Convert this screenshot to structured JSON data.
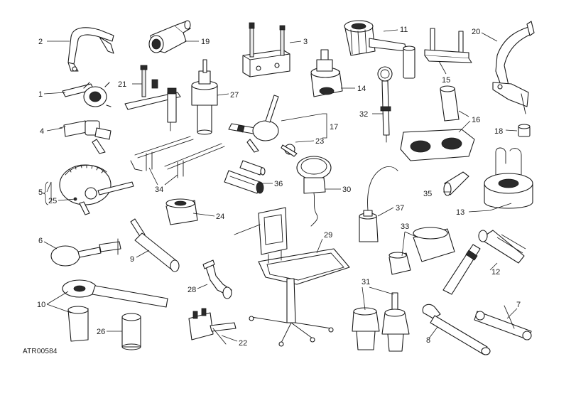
{
  "diagram": {
    "reference_code": "ATR00584",
    "callouts": [
      {
        "id": "1",
        "text": "1"
      },
      {
        "id": "2",
        "text": "2"
      },
      {
        "id": "3",
        "text": "3"
      },
      {
        "id": "4",
        "text": "4"
      },
      {
        "id": "5",
        "text": "5"
      },
      {
        "id": "6",
        "text": "6"
      },
      {
        "id": "7",
        "text": "7"
      },
      {
        "id": "8",
        "text": "8"
      },
      {
        "id": "9",
        "text": "9"
      },
      {
        "id": "10",
        "text": "10"
      },
      {
        "id": "11",
        "text": "11"
      },
      {
        "id": "12",
        "text": "12"
      },
      {
        "id": "13",
        "text": "13"
      },
      {
        "id": "14",
        "text": "14"
      },
      {
        "id": "15",
        "text": "15"
      },
      {
        "id": "16",
        "text": "16"
      },
      {
        "id": "17",
        "text": "17"
      },
      {
        "id": "18",
        "text": "18"
      },
      {
        "id": "19",
        "text": "19"
      },
      {
        "id": "20",
        "text": "20"
      },
      {
        "id": "21",
        "text": "21"
      },
      {
        "id": "22",
        "text": "22"
      },
      {
        "id": "23",
        "text": "23"
      },
      {
        "id": "24",
        "text": "24"
      },
      {
        "id": "25",
        "text": "25"
      },
      {
        "id": "26",
        "text": "26"
      },
      {
        "id": "27",
        "text": "27"
      },
      {
        "id": "28",
        "text": "28"
      },
      {
        "id": "29",
        "text": "29"
      },
      {
        "id": "30",
        "text": "30"
      },
      {
        "id": "31",
        "text": "31"
      },
      {
        "id": "32",
        "text": "32"
      },
      {
        "id": "33",
        "text": "33"
      },
      {
        "id": "34",
        "text": "34"
      },
      {
        "id": "35",
        "text": "35"
      },
      {
        "id": "36",
        "text": "36"
      },
      {
        "id": "37",
        "text": "37"
      }
    ]
  }
}
